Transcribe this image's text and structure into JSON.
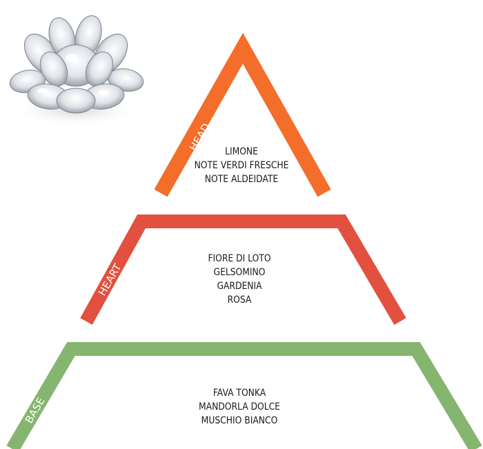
{
  "pyramid": {
    "head": {
      "label": "HEAD",
      "color": "#f46d2a",
      "notes": [
        "LIMONE",
        "NOTE VERDI FRESCHE",
        "NOTE ALDEIDATE"
      ]
    },
    "heart": {
      "label": "HEART",
      "color": "#e2503f",
      "notes": [
        "FIORE DI LOTO",
        "GELSOMINO",
        "GARDENIA",
        "ROSA"
      ]
    },
    "base": {
      "label": "BASE",
      "color": "#86b56f",
      "notes": [
        "FAVA TONKA",
        "MANDORLA DOLCE",
        "MUSCHIO BIANCO"
      ]
    }
  },
  "image": {
    "icon": "crystal-lotus-flower-icon"
  }
}
